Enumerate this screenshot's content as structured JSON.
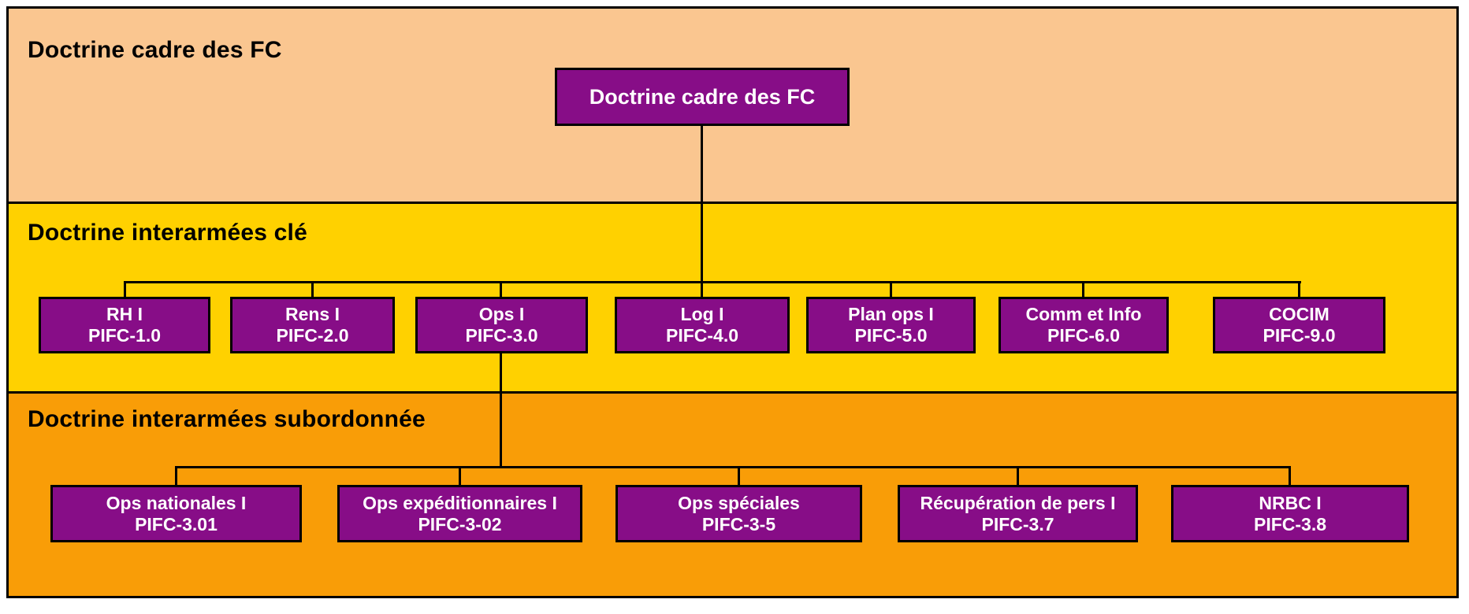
{
  "diagram": {
    "bands": [
      {
        "id": "doctrine-cadre",
        "title": "Doctrine cadre des FC",
        "fill": "#FAC690"
      },
      {
        "id": "doctrine-interarmees-cle",
        "title": "Doctrine interarmées clé",
        "fill": "#FFD100"
      },
      {
        "id": "doctrine-interarmees-subordonnee",
        "title": "Doctrine interarmées subordonnée",
        "fill": "#F99D07"
      }
    ],
    "root": {
      "title": "Doctrine cadre des FC"
    },
    "key_nodes": [
      {
        "title": "RH I",
        "code": "PIFC-1.0"
      },
      {
        "title": "Rens I",
        "code": "PIFC-2.0"
      },
      {
        "title": "Ops I",
        "code": "PIFC-3.0"
      },
      {
        "title": "Log I",
        "code": "PIFC-4.0"
      },
      {
        "title": "Plan ops I",
        "code": "PIFC-5.0"
      },
      {
        "title": "Comm et Info",
        "code": "PIFC-6.0"
      },
      {
        "title": "COCIM",
        "code": "PIFC-9.0"
      }
    ],
    "subordinate_nodes": [
      {
        "title": "Ops nationales I",
        "code": "PIFC-3.01"
      },
      {
        "title": "Ops expéditionnaires I",
        "code": "PIFC-3-02"
      },
      {
        "title": "Ops spéciales",
        "code": "PIFC-3-5"
      },
      {
        "title": "Récupération de pers I",
        "code": "PIFC-3.7"
      },
      {
        "title": "NRBC I",
        "code": "PIFC-3.8"
      }
    ],
    "colors": {
      "node_fill": "#870D87",
      "node_text": "#FFFFFF",
      "line": "#000000",
      "border": "#000000"
    }
  }
}
